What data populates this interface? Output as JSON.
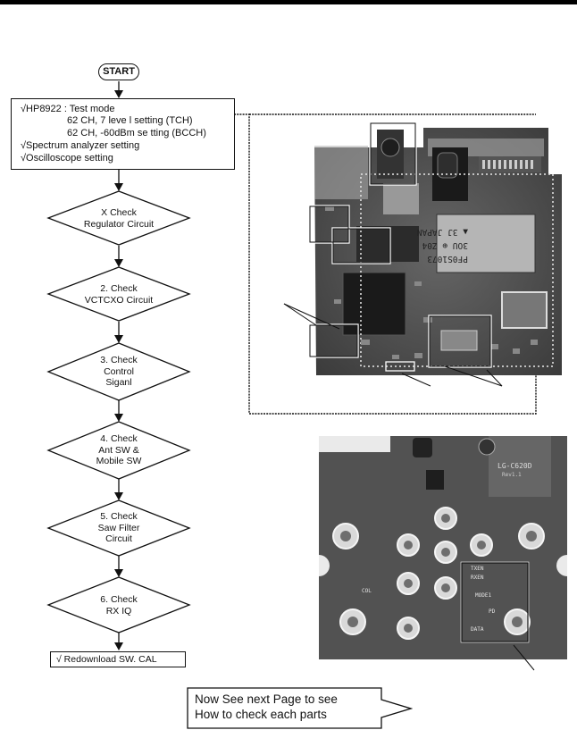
{
  "flowchart": {
    "start": "START",
    "setup": [
      "√HP8922 : Test  mode",
      "62 CH, 7 leve l setting (TCH)",
      "62 CH, -60dBm se  tting (BCCH)",
      "√Spectrum analyzer setting",
      "√Oscilloscope setting"
    ],
    "steps": [
      [
        "X Check",
        "Regulator Circuit"
      ],
      [
        "2. Check",
        "VCTCXO Circuit"
      ],
      [
        "3. Check",
        "Control",
        "Siganl"
      ],
      [
        "4. Check",
        "Ant SW &",
        "Mobile SW"
      ],
      [
        "5. Check",
        "Saw Filter",
        "Circuit"
      ],
      [
        "6. Check",
        "RX IQ"
      ]
    ],
    "final": "√ Redownload SW. CAL"
  },
  "photo_top": {
    "chip_lines": [
      "PF0S1073",
      "3OU ⊕ Z04",
      "▲ 3J  JAPAN"
    ]
  },
  "photo_bottom": {
    "silk_labels": [
      "LG-C620D",
      "Rev1.1",
      "DATA",
      "MODE1",
      "TXEN",
      "RXEN",
      "PD",
      "COL"
    ]
  },
  "callout": {
    "lines": [
      "Now See next Page to see",
      "How to check each parts"
    ]
  }
}
